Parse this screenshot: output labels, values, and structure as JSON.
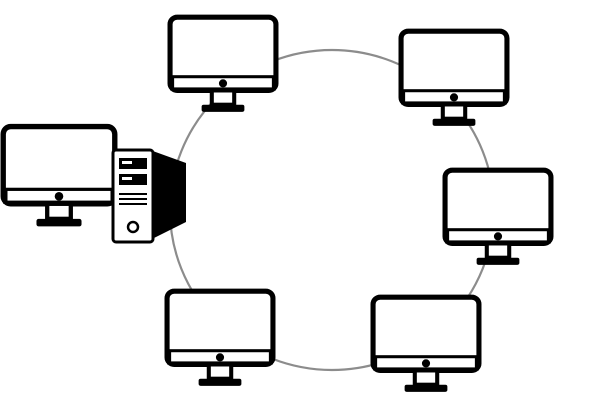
{
  "diagram": {
    "type": "ring-network",
    "ring_color": "#8c8c8c",
    "stroke_color": "#000000",
    "fill_color": "#ffffff",
    "server": {
      "icon": "desktop-with-server-tower-icon"
    },
    "workstations": [
      {
        "id": "top-left",
        "icon": "monitor-icon"
      },
      {
        "id": "top-right",
        "icon": "monitor-icon"
      },
      {
        "id": "right",
        "icon": "monitor-icon"
      },
      {
        "id": "bottom-right",
        "icon": "monitor-icon"
      },
      {
        "id": "bottom-left",
        "icon": "monitor-icon"
      }
    ]
  }
}
